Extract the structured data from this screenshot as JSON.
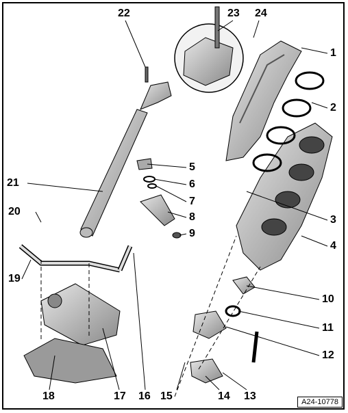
{
  "diagram": {
    "reference_code": "A24-10778",
    "callouts": [
      "1",
      "2",
      "3",
      "4",
      "5",
      "6",
      "7",
      "8",
      "9",
      "10",
      "11",
      "12",
      "13",
      "14",
      "15",
      "16",
      "17",
      "18",
      "19",
      "20",
      "21",
      "22",
      "23",
      "24"
    ]
  },
  "colors": {
    "part_fill": "#c8c8c8",
    "part_shade": "#8c8c8c",
    "part_dark": "#3c3c3c",
    "line": "#000000"
  }
}
